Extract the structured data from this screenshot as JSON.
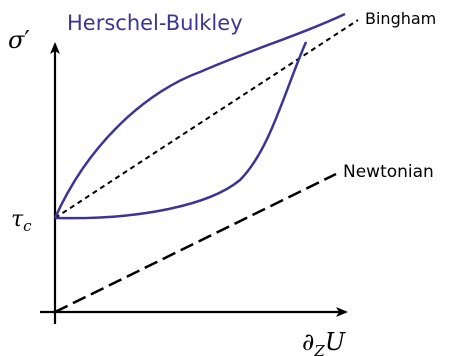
{
  "title": "Herschel-Bulkley",
  "curve_labels": {
    "bingham": "Bingham",
    "newtonian": "Newtonian"
  },
  "axes": {
    "y_label_base": "σ",
    "y_label_prime": "′",
    "x_label_partial": "∂",
    "x_label_sub": "Z",
    "x_label_var": "U",
    "y_tick_base": "τ",
    "y_tick_sub": "c"
  },
  "colors": {
    "herschel_bulkley": "#3d3595",
    "axes": "#000000",
    "text": "#000000"
  }
}
